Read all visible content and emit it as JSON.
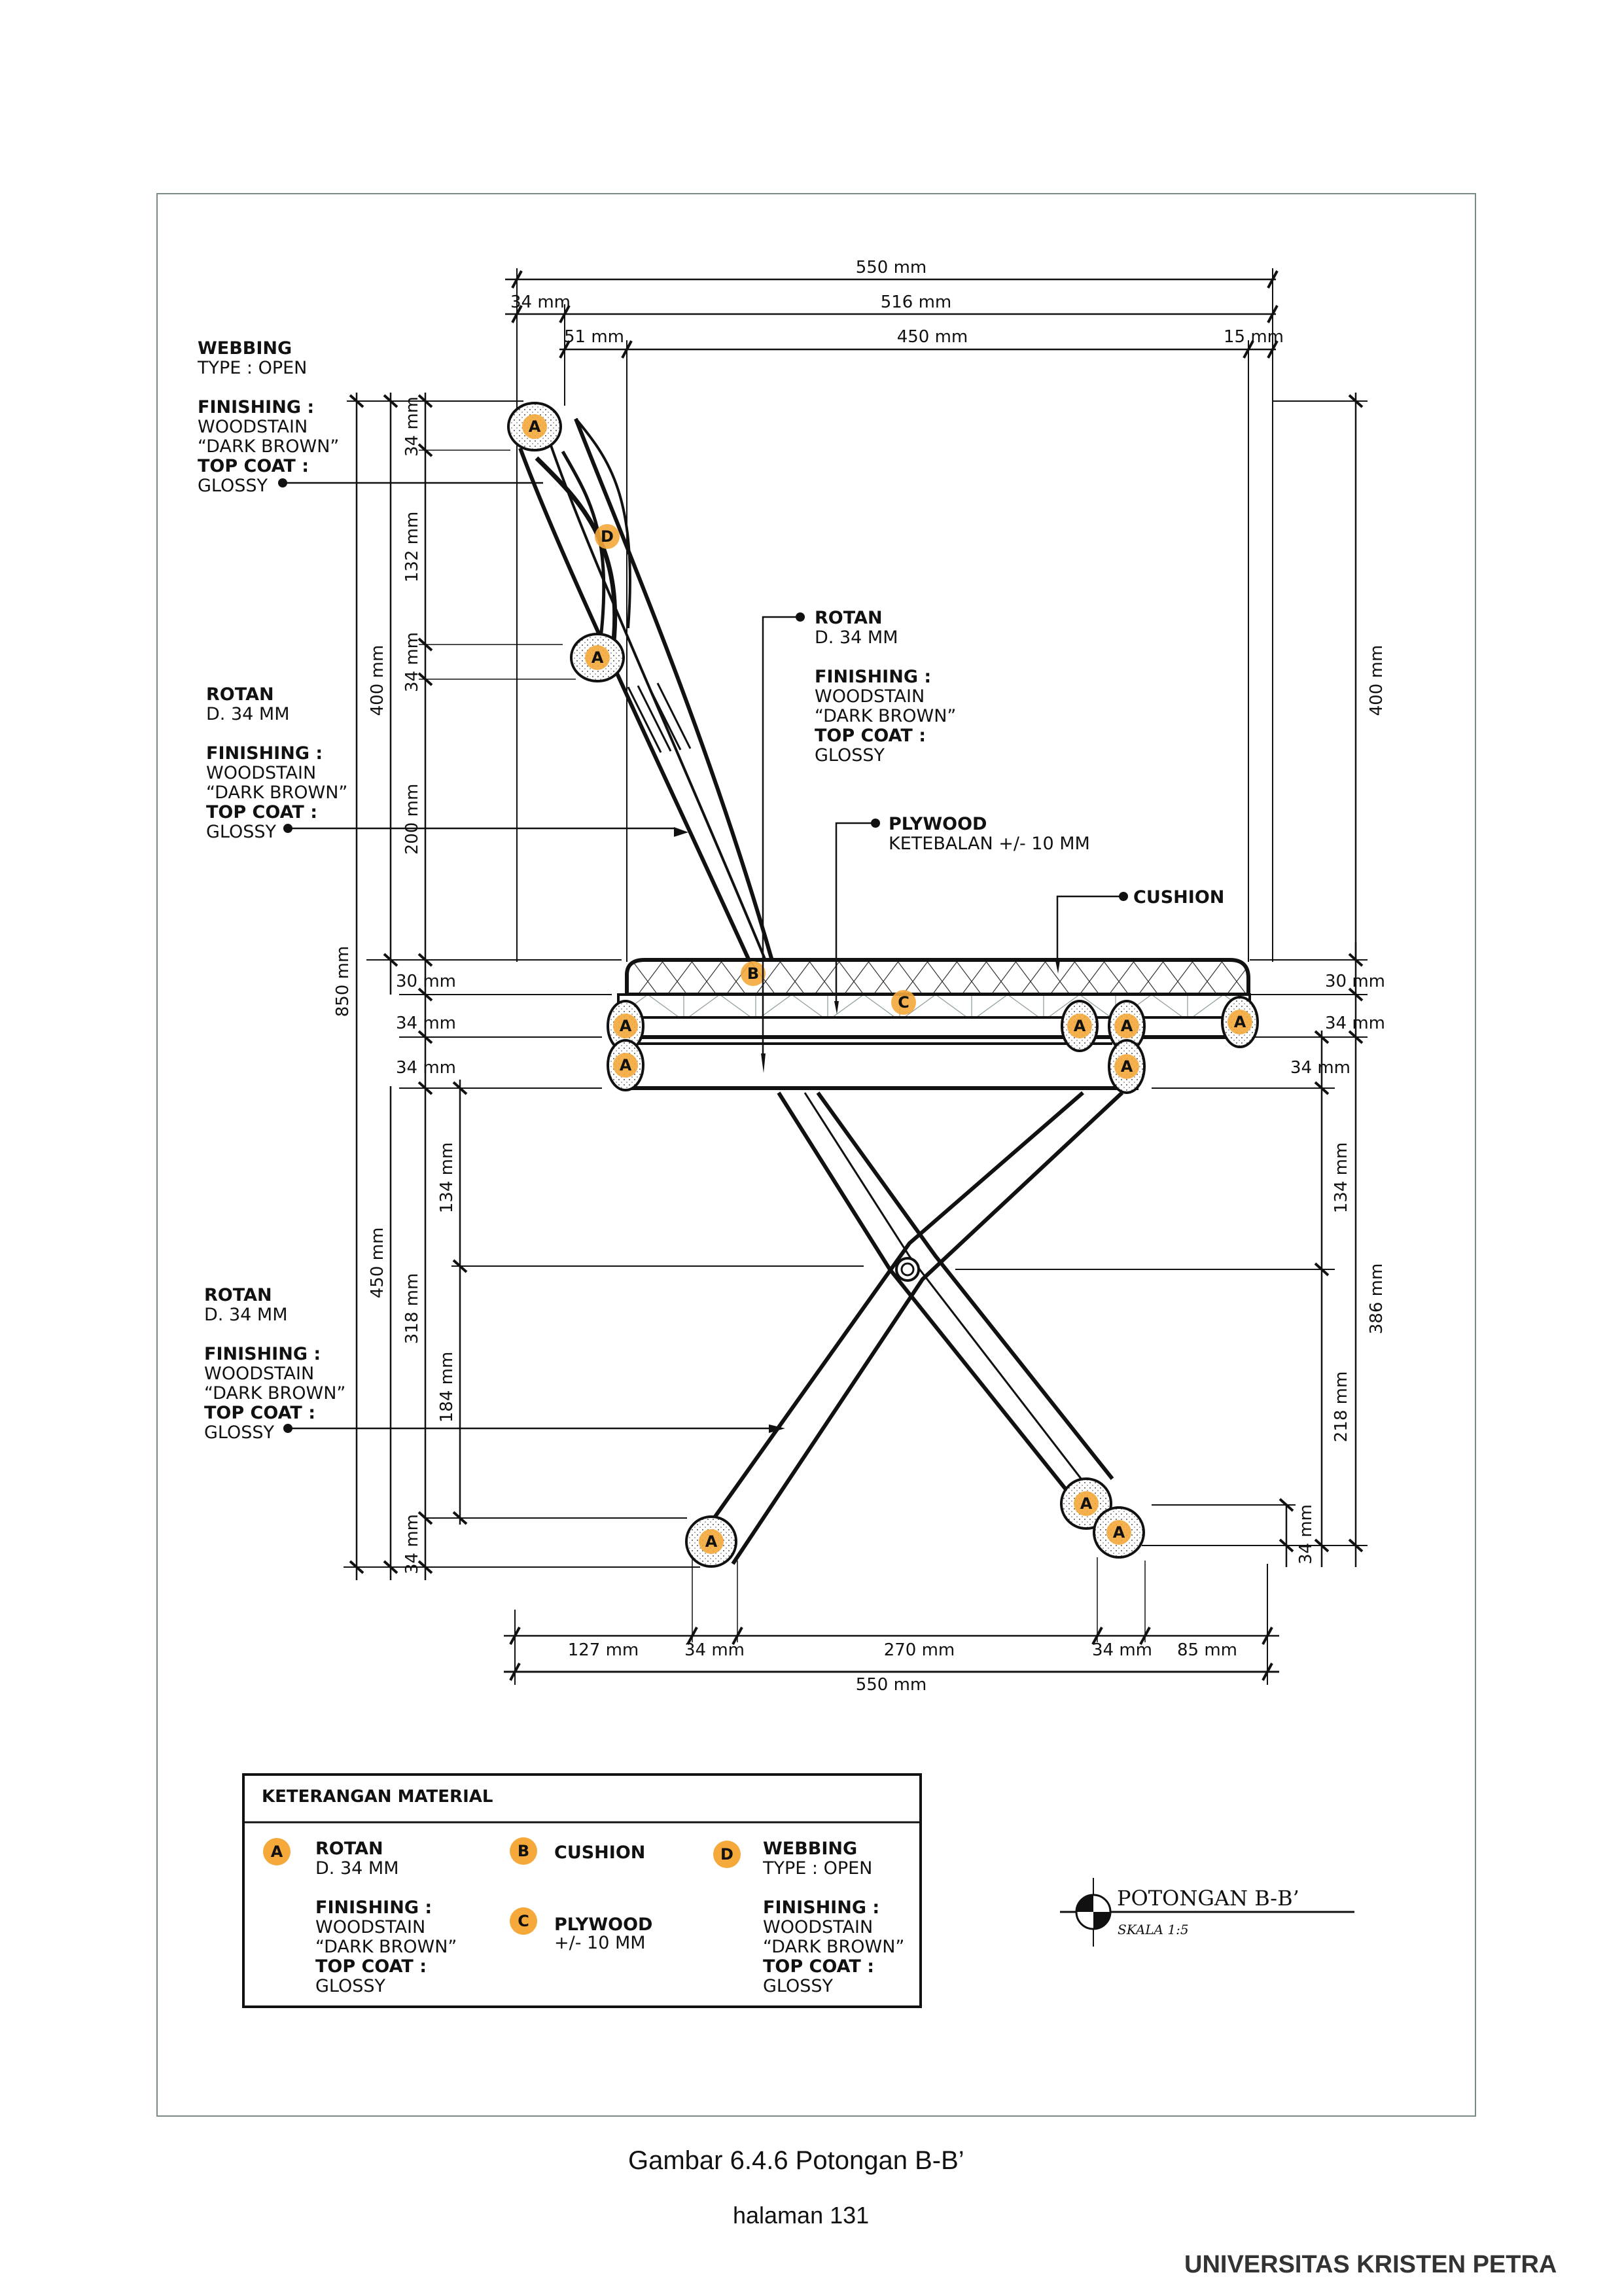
{
  "drawing": {
    "title": "POTONGAN B-B’",
    "scale": "SKALA 1:5",
    "colors": {
      "badge": "#f4a93a",
      "line": "#111111",
      "frame": "#7a8a88"
    },
    "top_dimensions": {
      "overall": "550 mm",
      "left_offset": "34 mm",
      "span": "516 mm",
      "inset": "51 mm",
      "seat": "450 mm",
      "right_offset": "15 mm"
    },
    "bottom_dimensions": {
      "segments": [
        "127 mm",
        "34 mm",
        "270 mm",
        "34 mm",
        "85 mm"
      ],
      "overall": "550 mm"
    },
    "left_dimensions": {
      "overall": "850 mm",
      "backrest": "400 mm",
      "back_top": "34 mm",
      "back_gap": "132 mm",
      "back_rail": "34 mm",
      "back_lower": "200 mm",
      "cushion": "30 mm",
      "seat_rail": "34 mm",
      "frame_rail": "34 mm",
      "leg_total": "450 mm",
      "leg_inner": "318 mm",
      "leg_upper": "134 mm",
      "leg_lower": "184 mm",
      "foot": "34 mm"
    },
    "right_dimensions": {
      "backrest": "400 mm",
      "cushion": "30 mm",
      "seat_rail": "34 mm",
      "frame_rail": "34 mm",
      "leg_total": "386 mm",
      "leg_upper": "134 mm",
      "leg_lower": "218 mm",
      "foot": "34 mm"
    },
    "callouts": {
      "webbing": {
        "title": "WEBBING",
        "lines": [
          "TYPE : OPEN"
        ],
        "finishing_label": "FINISHING :",
        "finishing": [
          "WOODSTAIN",
          "“DARK BROWN”"
        ],
        "topcoat_label": "TOP COAT :",
        "topcoat": "GLOSSY"
      },
      "rotan_back": {
        "title": "ROTAN",
        "lines": [
          "D. 34 MM"
        ],
        "finishing_label": "FINISHING :",
        "finishing": [
          "WOODSTAIN",
          "“DARK BROWN”"
        ],
        "topcoat_label": "TOP COAT :",
        "topcoat": "GLOSSY"
      },
      "rotan_leg": {
        "title": "ROTAN",
        "lines": [
          "D. 34 MM"
        ],
        "finishing_label": "FINISHING :",
        "finishing": [
          "WOODSTAIN",
          "“DARK BROWN”"
        ],
        "topcoat_label": "TOP COAT :",
        "topcoat": "GLOSSY"
      },
      "rotan_center": {
        "title": "ROTAN",
        "lines": [
          "D. 34 MM"
        ],
        "finishing_label": "FINISHING :",
        "finishing": [
          "WOODSTAIN",
          "“DARK BROWN”"
        ],
        "topcoat_label": "TOP COAT :",
        "topcoat": "GLOSSY"
      },
      "plywood": {
        "title": "PLYWOOD",
        "lines": [
          "KETEBALAN +/- 10 MM"
        ]
      },
      "cushion": {
        "title": "CUSHION"
      }
    },
    "badges": {
      "a": "A",
      "b": "B",
      "c": "C",
      "d": "D"
    }
  },
  "legend": {
    "title": "KETERANGAN MATERIAL",
    "items": [
      {
        "key": "A",
        "title": "ROTAN",
        "sub": "D. 34 MM",
        "finishing_label": "FINISHING :",
        "finishing": [
          "WOODSTAIN",
          "“DARK BROWN”"
        ],
        "topcoat_label": "TOP COAT :",
        "topcoat": "GLOSSY"
      },
      {
        "key": "B",
        "title": "CUSHION"
      },
      {
        "key": "C",
        "title": "PLYWOOD",
        "sub": "+/- 10 MM"
      },
      {
        "key": "D",
        "title": "WEBBING",
        "sub": "TYPE : OPEN",
        "finishing_label": "FINISHING :",
        "finishing": [
          "WOODSTAIN",
          "“DARK BROWN”"
        ],
        "topcoat_label": "TOP COAT :",
        "topcoat": "GLOSSY"
      }
    ]
  },
  "page": {
    "caption": "Gambar 6.4.6 Potongan B-B’",
    "page_number": "halaman 131",
    "institution": "UNIVERSITAS KRISTEN PETRA"
  }
}
